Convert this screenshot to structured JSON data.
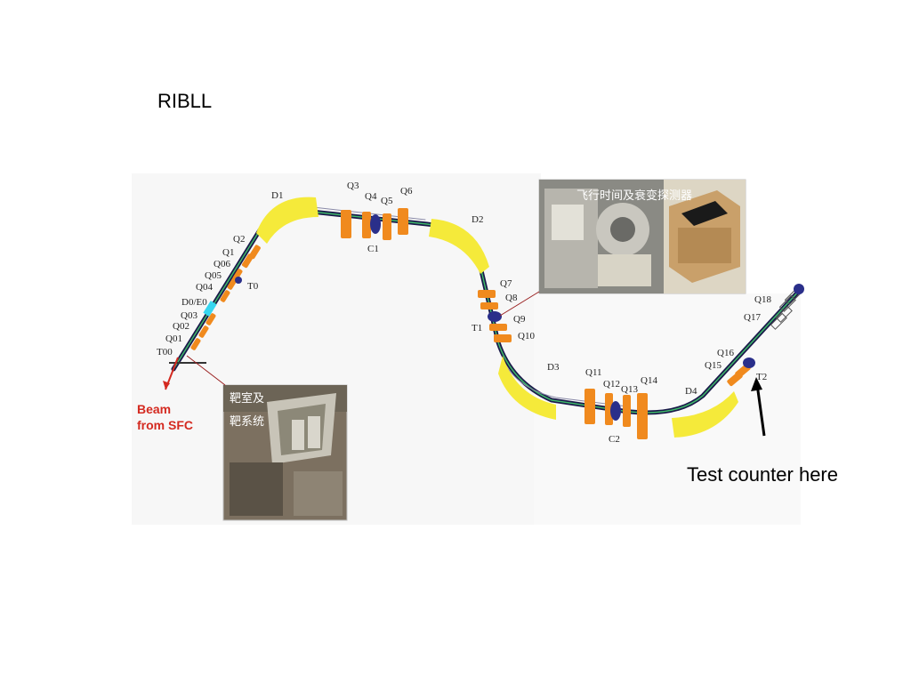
{
  "title": "RIBLL",
  "caption": "Test counter here",
  "beam_label": [
    "Beam",
    "from SFC"
  ],
  "photo_tof_label": "飞行时间及衰变探测器",
  "photo_target_label": [
    "靶室及",
    "靶系统"
  ],
  "dipoles": [
    "D1",
    "D2",
    "D3",
    "D4"
  ],
  "quads": [
    "Q1",
    "Q2",
    "Q3",
    "Q4",
    "Q5",
    "Q6",
    "Q7",
    "Q8",
    "Q9",
    "Q10",
    "Q11",
    "Q12",
    "Q13",
    "Q14",
    "Q15",
    "Q16",
    "Q17",
    "Q18"
  ],
  "lower_quads": [
    "Q01",
    "Q02",
    "Q03",
    "Q04",
    "Q05",
    "Q06"
  ],
  "stations": [
    "T00",
    "T0",
    "D0/E0",
    "T1",
    "T2",
    "C1",
    "C2"
  ],
  "colors": {
    "dipole": "#f5ea3a",
    "quad": "#f08a1e",
    "beamline": "#1a1a4a",
    "beam_text": "#d42a20",
    "photo_frame": "#bfbfbf"
  }
}
